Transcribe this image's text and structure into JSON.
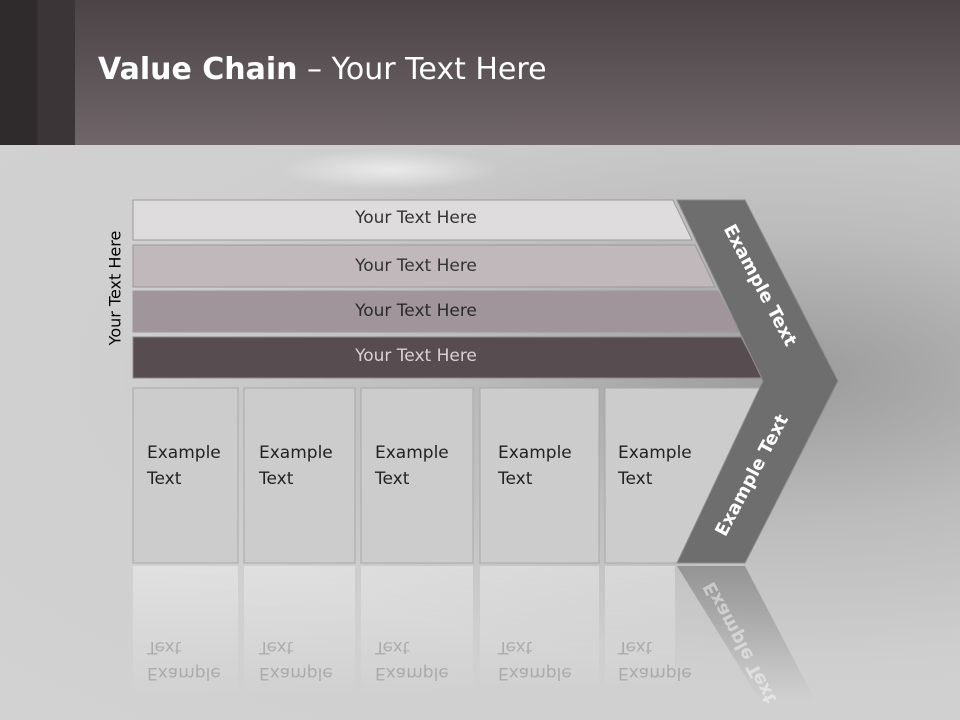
{
  "slide": {
    "title_bold": "Value Chain",
    "title_rest": " – Your Text Here",
    "side_label": "Your Text Here"
  },
  "rows": [
    {
      "label": "Your Text Here",
      "fill": "#dedcdd",
      "text_color": "#333333"
    },
    {
      "label": "Your Text Here",
      "fill": "#c0b8ba",
      "text_color": "#333333"
    },
    {
      "label": "Your Text Here",
      "fill": "#a0959a",
      "text_color": "#2a2a2a"
    },
    {
      "label": "Your Text Here",
      "fill": "#574c50",
      "text_color": "#d8d2d4"
    }
  ],
  "boxes": [
    {
      "line1": "Example",
      "line2": "Text"
    },
    {
      "line1": "Example",
      "line2": "Text"
    },
    {
      "line1": "Example",
      "line2": "Text"
    },
    {
      "line1": "Example",
      "line2": "Text"
    },
    {
      "line1": "Example",
      "line2": "Text"
    }
  ],
  "chevron": {
    "upper_label": "Example Text",
    "lower_label": "Example Text",
    "fill": "#6e6e6e"
  }
}
